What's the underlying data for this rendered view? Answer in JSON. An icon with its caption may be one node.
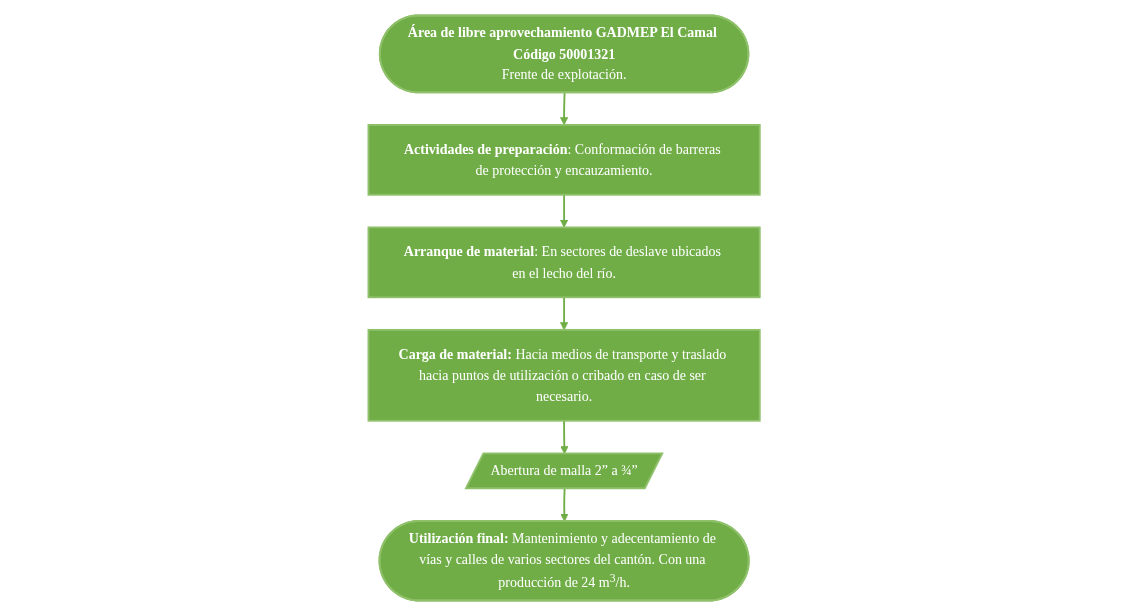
{
  "diagram": {
    "nodes": [
      {
        "text": [
          "Área de libre aprovechamiento GADMEP El Camal Código 50001321",
          "Frente de explotación."
        ]
      },
      {
        "text": [
          "**Actividades de preparación**: Conformación de barreras de protección y encauzamiento."
        ]
      },
      {
        "text": [
          "**Arranque de material**: En sectores de deslave ubicados en el lecho del río."
        ]
      },
      {
        "text": [
          "**Carga de material:** Hacia medios de transporte y traslado hacia puntos de utilización o cribado en caso de ser necesario."
        ]
      },
      {
        "text": [
          "Abertura de malla 2” a ¾”"
        ]
      },
      {
        "text": [
          "**Utilización final:** Mantenimiento y adecentamiento de vías y calles de varios sectores del cantón. Con una producción de 24 m$^{3}$/h."
        ]
      }
    ],
    "edges": [
      {
        "from": 0,
        "to": 1,
        "arrow": "to"
      },
      {
        "from": 1,
        "to": 2,
        "arrow": "to"
      },
      {
        "from": 2,
        "to": 3,
        "arrow": "to"
      },
      {
        "from": 3,
        "to": 4,
        "arrow": "to"
      },
      {
        "from": 4,
        "to": 5,
        "arrow": "to"
      }
    ]
  }
}
